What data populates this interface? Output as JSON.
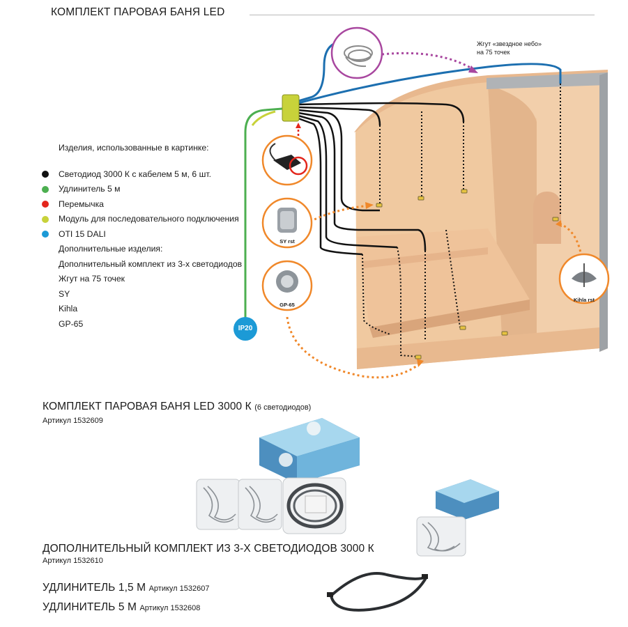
{
  "page": {
    "title": "КОМПЛЕКТ ПАРОВАЯ БАНЯ LED"
  },
  "legend": {
    "heading": "Изделия, использованные в картинке:",
    "items": [
      {
        "label": "Светодиод 3000 К с кабелем 5 м, 6 шт.",
        "color": "#111111"
      },
      {
        "label": "Удлинитель 5 м",
        "color": "#4caf50"
      },
      {
        "label": "Перемычка",
        "color": "#e3261c"
      },
      {
        "label": "Модуль для последовательного подключения",
        "color": "#c8d23a"
      },
      {
        "label": "OTI 15 DALI",
        "color": "#1c9ad6"
      }
    ],
    "extra_heading": "Дополнительные изделия:",
    "extra_items": [
      "Дополнительный комплект из 3-х светодиодов",
      "Жгут на 75 точек",
      "SY",
      "Kihla",
      "GP-65"
    ]
  },
  "diagram": {
    "callout_line1": "Жгут «звездное небо»",
    "callout_line2": "на 75 точек",
    "ip_badge": "IP20",
    "label_sy": "SY rst",
    "label_gp": "GP-65",
    "label_kihla": "Kihla rst",
    "colors": {
      "orange": "#f0882a",
      "purple": "#a8479f",
      "blue": "#1c6fb0",
      "wall": "#f0c9a0",
      "wall_shadow": "#d9a97e"
    }
  },
  "kits": {
    "kit1_title": "КОМПЛЕКТ ПАРОВАЯ БАНЯ LED 3000 К",
    "kit1_note": "(6 светодиодов)",
    "kit1_article": "Артикул 1532609",
    "kit2_title": "ДОПОЛНИТЕЛЬНЫЙ КОМПЛЕКТ ИЗ 3-Х СВЕТОДИОДОВ 3000 К",
    "kit2_article": "Артикул 1532610",
    "ext1_title": "УДЛИНИТЕЛЬ 1,5 М",
    "ext1_article": "Артикул 1532607",
    "ext2_title": "УДЛИНИТЕЛЬ 5 М",
    "ext2_article": "Артикул 1532608"
  }
}
